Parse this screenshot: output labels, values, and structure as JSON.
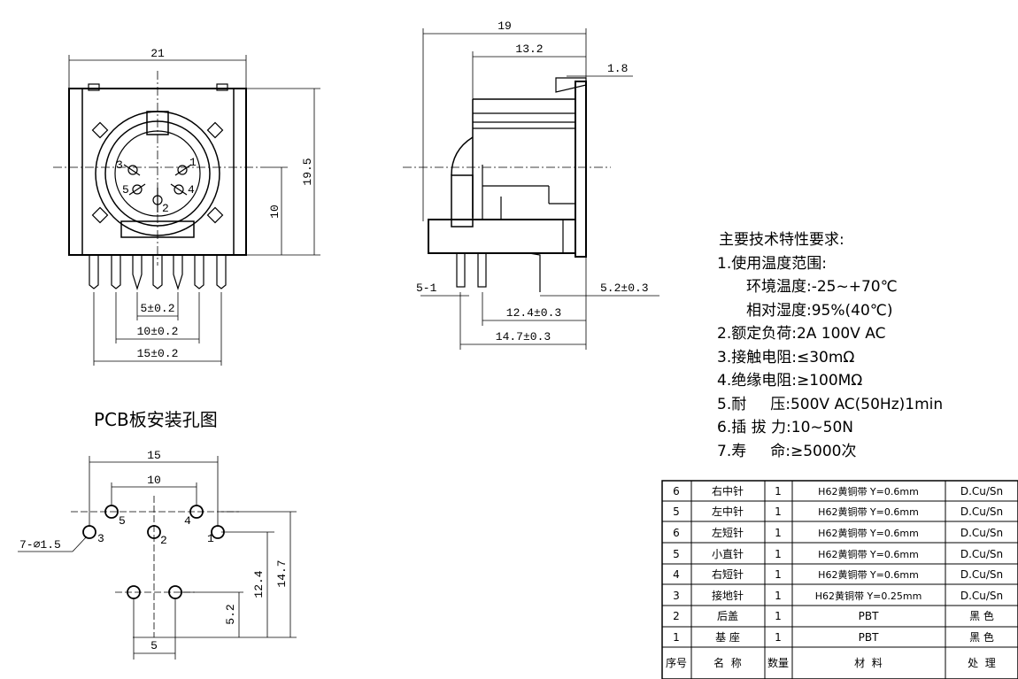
{
  "front_view": {
    "width_dim": "21",
    "height_dim": "19.5",
    "mid_dim": "10",
    "pin_dims": [
      "5±0.2",
      "10±0.2",
      "15±0.2"
    ],
    "pin_labels": [
      "1",
      "2",
      "3",
      "4",
      "5"
    ]
  },
  "side_view": {
    "dims": [
      "19",
      "13.2",
      "1.8",
      "5-1",
      "5.2±0.3",
      "12.4±0.3",
      "14.7±0.3"
    ]
  },
  "pcb_layout": {
    "title": "PCB板安装孔图",
    "dims": [
      "15",
      "10",
      "7-⌀1.5",
      "12.4",
      "14.7",
      "5.2",
      "5"
    ],
    "hole_labels": [
      "5",
      "4",
      "3",
      "2",
      "1"
    ]
  },
  "specs": {
    "heading": "主要技术特性要求:",
    "lines": [
      "1.使用温度范围:",
      "环境温度:-25~+70℃",
      "相对湿度:95%(40℃)",
      "2.额定负荷:2A 100V AC",
      "3.接触电阻:≤30mΩ",
      "4.绝缘电阻:≥100MΩ",
      "5.耐     压:500V AC(50Hz)1min",
      "6.插 拔 力:10~50N",
      "7.寿     命:≥5000次"
    ]
  },
  "parts_table": {
    "header": {
      "no": "序号",
      "name": "名  称",
      "qty": "数量",
      "material": "材  料",
      "finish": "处  理"
    },
    "rows": [
      {
        "no": "6",
        "name": "右中针",
        "qty": "1",
        "material": "H62黄铜带 Y=0.6mm",
        "finish": "D.Cu/Sn"
      },
      {
        "no": "5",
        "name": "左中针",
        "qty": "1",
        "material": "H62黄铜带 Y=0.6mm",
        "finish": "D.Cu/Sn"
      },
      {
        "no": "6",
        "name": "左短针",
        "qty": "1",
        "material": "H62黄铜带 Y=0.6mm",
        "finish": "D.Cu/Sn"
      },
      {
        "no": "5",
        "name": "小直针",
        "qty": "1",
        "material": "H62黄铜带 Y=0.6mm",
        "finish": "D.Cu/Sn"
      },
      {
        "no": "4",
        "name": "右短针",
        "qty": "1",
        "material": "H62黄铜带 Y=0.6mm",
        "finish": "D.Cu/Sn"
      },
      {
        "no": "3",
        "name": "接地针",
        "qty": "1",
        "material": "H62黄铜带 Y=0.25mm",
        "finish": "D.Cu/Sn"
      },
      {
        "no": "2",
        "name": "后盖",
        "qty": "1",
        "material": "PBT",
        "finish": "黑 色"
      },
      {
        "no": "1",
        "name": "基 座",
        "qty": "1",
        "material": "PBT",
        "finish": "黑 色"
      }
    ]
  }
}
